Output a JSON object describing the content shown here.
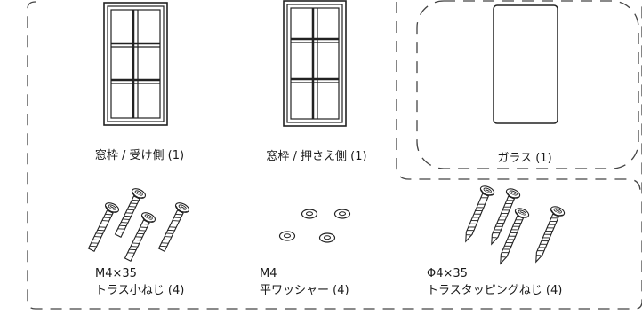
{
  "parts": {
    "frame_receiving": {
      "label": "窓枠 / 受け側 (1)"
    },
    "frame_pressing": {
      "label": "窓枠 / 押さえ側 (1)"
    },
    "glass": {
      "label": "ガラス (1)"
    },
    "screw_m4": {
      "spec": "M4×35",
      "label": "トラス小ねじ (4)"
    },
    "washer_m4": {
      "spec": "M4",
      "label": "平ワッシャー (4)"
    },
    "tapping_screw": {
      "spec": "Φ4×35",
      "label": "トラスタッピングねじ (4)"
    }
  }
}
